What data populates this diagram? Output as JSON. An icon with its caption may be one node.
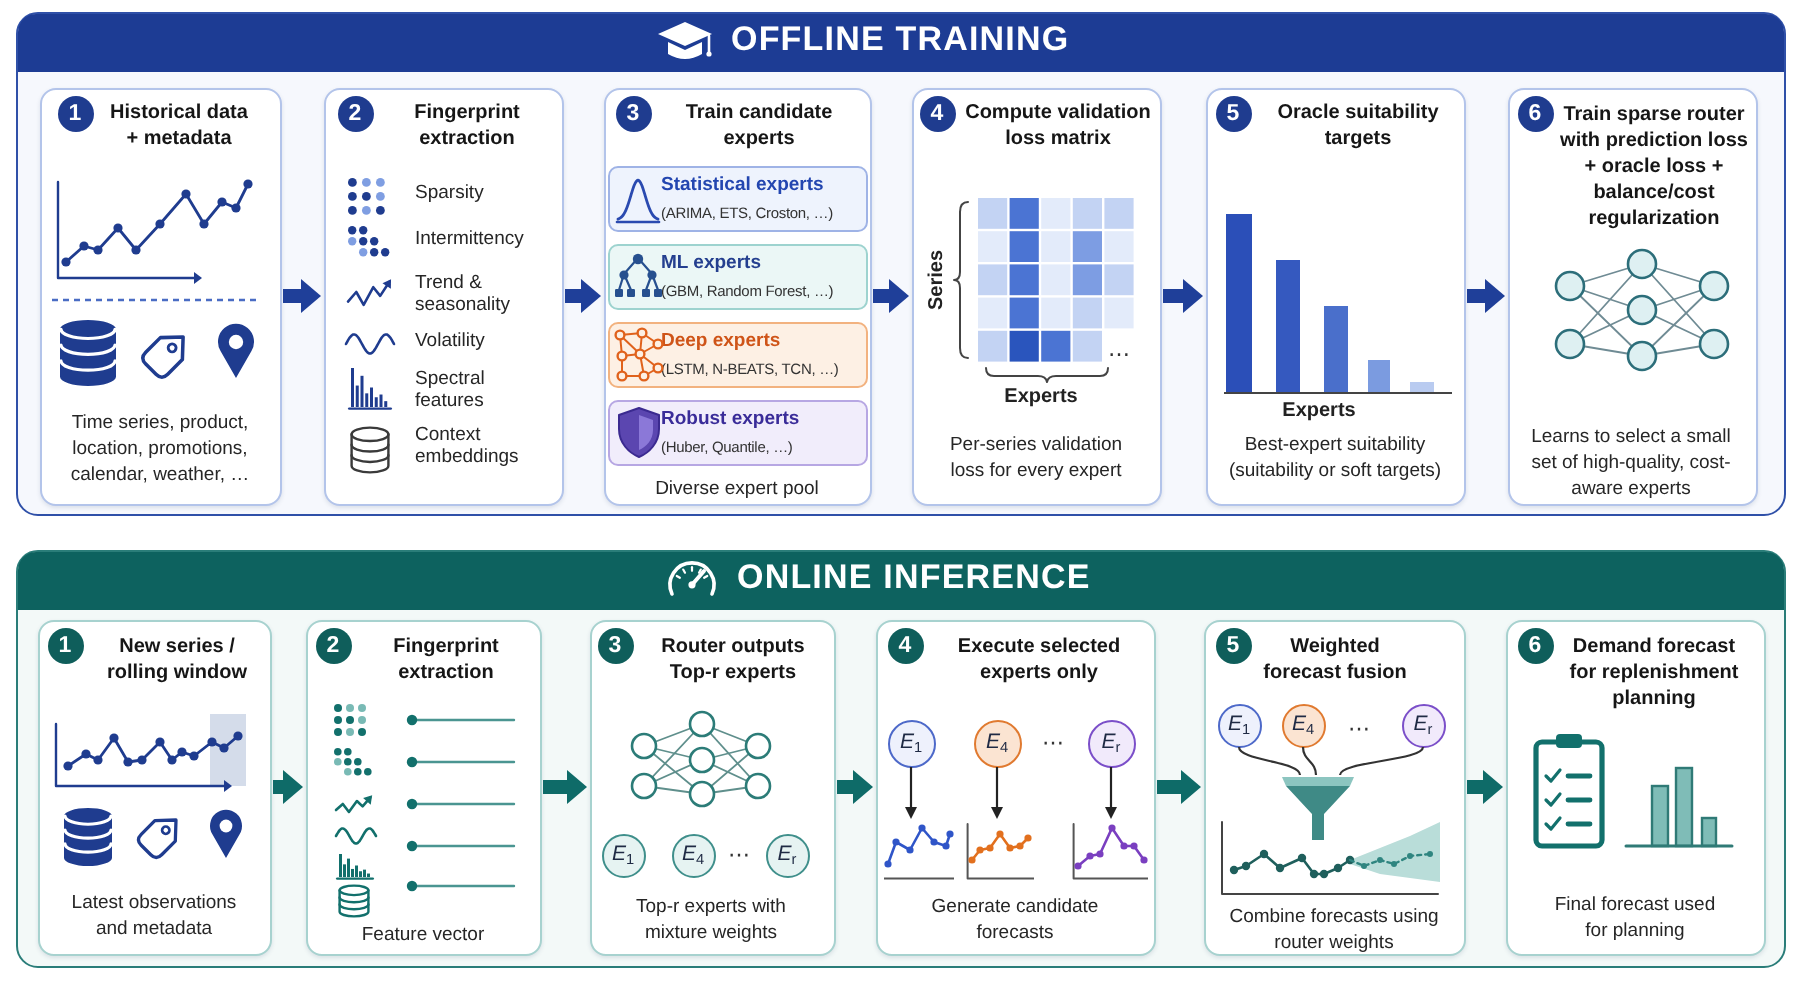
{
  "diagram": {
    "nodes": [
      {
        "text": [
          "OFFLINE TRAINING"
        ]
      },
      {
        "text": [
          "1",
          "Historical data + metadata",
          "Time series, product, location, promotions, calendar, weather, …"
        ],
        "in": 0
      },
      {
        "text": [
          "2",
          "Fingerprint extraction",
          "Sparsity",
          "Intermittency",
          "Trend & seasonality",
          "Volatility",
          "Spectral features",
          "Context embeddings"
        ],
        "in": 0
      },
      {
        "text": [
          "3",
          "Train candidate experts",
          "Diverse expert pool"
        ],
        "in": 0
      },
      {
        "text": [
          "Statistical experts",
          "(ARIMA, ETS, Croston, …)"
        ],
        "in": 3
      },
      {
        "text": [
          "ML experts",
          "(GBM, Random Forest, …)"
        ],
        "in": 3
      },
      {
        "text": [
          "Deep experts",
          "(LSTM, N-BEATS, TCN, …)"
        ],
        "in": 3
      },
      {
        "text": [
          "Robust experts",
          "(Huber, Quantile, …)"
        ],
        "in": 3
      },
      {
        "text": [
          "4",
          "Compute validation loss matrix",
          "Series",
          "…",
          "Experts",
          "Per-series validation loss for every expert"
        ],
        "in": 0
      },
      {
        "text": [
          "5",
          "Oracle suitability targets",
          "Experts",
          "Best-expert suitability (suitability or soft targets)"
        ],
        "in": 0
      },
      {
        "text": [
          "6",
          "Train sparse router with prediction loss + oracle loss + balance/cost regularization",
          "Learns to select a small set of high-quality, cost-aware experts"
        ],
        "in": 0
      },
      {
        "text": [
          "ONLINE INFERENCE"
        ]
      },
      {
        "text": [
          "1",
          "New series / rolling window",
          "Latest observations and metadata"
        ],
        "in": 11
      },
      {
        "text": [
          "2",
          "Fingerprint extraction",
          "Feature vector"
        ],
        "in": 11
      },
      {
        "text": [
          "3",
          "Router outputs Top-r experts",
          "⋯",
          "Top-r experts with mixture weights"
        ],
        "in": 11
      },
      {
        "text": [
          "E$_{1}$"
        ],
        "in": 14
      },
      {
        "text": [
          "E$_{4}$"
        ],
        "in": 14
      },
      {
        "text": [
          "E$_{r}$"
        ],
        "in": 14
      },
      {
        "text": [
          "4",
          "Execute selected experts only",
          "⋯",
          "Generate candidate forecasts"
        ],
        "in": 11
      },
      {
        "text": [
          "E$_{1}$"
        ],
        "in": 18
      },
      {
        "text": [
          "E$_{4}$"
        ],
        "in": 18
      },
      {
        "text": [
          "E$_{r}$"
        ],
        "in": 18
      },
      {
        "text": [],
        "shape": "chart",
        "in": 18
      },
      {
        "text": [],
        "shape": "chart",
        "in": 18
      },
      {
        "text": [],
        "shape": "chart",
        "in": 18
      },
      {
        "text": [
          "5",
          "Weighted forecast fusion",
          "⋯",
          "Combine forecasts using router weights"
        ],
        "in": 11
      },
      {
        "text": [
          "E$_{1}$"
        ],
        "in": 25
      },
      {
        "text": [
          "E$_{4}$"
        ],
        "in": 25
      },
      {
        "text": [
          "E$_{r}$"
        ],
        "in": 25
      },
      {
        "text": [],
        "shape": "funnel",
        "in": 25
      },
      {
        "text": [
          "6",
          "Demand forecast for replenishment planning",
          "Final forecast used for planning"
        ],
        "in": 11
      }
    ],
    "edges": [
      {
        "from": 1,
        "to": 2,
        "arrow": "to",
        "color": "#1f3f99"
      },
      {
        "from": 2,
        "to": 3,
        "arrow": "to",
        "color": "#1f3f99"
      },
      {
        "from": 3,
        "to": 8,
        "arrow": "to",
        "color": "#1f3f99"
      },
      {
        "from": 8,
        "to": 9,
        "arrow": "to",
        "color": "#1f3f99"
      },
      {
        "from": 9,
        "to": 10,
        "arrow": "to",
        "color": "#1f3f99"
      },
      {
        "from": 12,
        "to": 13,
        "arrow": "to",
        "color": "#0e6b68"
      },
      {
        "from": 13,
        "to": 14,
        "arrow": "to",
        "color": "#0e6b68"
      },
      {
        "from": 14,
        "to": 18,
        "arrow": "to",
        "color": "#0e6b68"
      },
      {
        "from": 18,
        "to": 25,
        "arrow": "to",
        "color": "#0e6b68"
      },
      {
        "from": 25,
        "to": 30,
        "arrow": "to",
        "color": "#0e6b68"
      },
      {
        "from": 19,
        "to": 22,
        "arrow": "to",
        "color": "#222222"
      },
      {
        "from": 20,
        "to": 23,
        "arrow": "to",
        "color": "#222222"
      },
      {
        "from": 21,
        "to": 24,
        "arrow": "to",
        "color": "#222222"
      },
      {
        "from": 26,
        "to": 29,
        "arrow": "none",
        "color": "#333333"
      },
      {
        "from": 27,
        "to": 29,
        "arrow": "none",
        "color": "#333333"
      },
      {
        "from": 28,
        "to": 29,
        "arrow": "none",
        "color": "#333333"
      }
    ]
  }
}
